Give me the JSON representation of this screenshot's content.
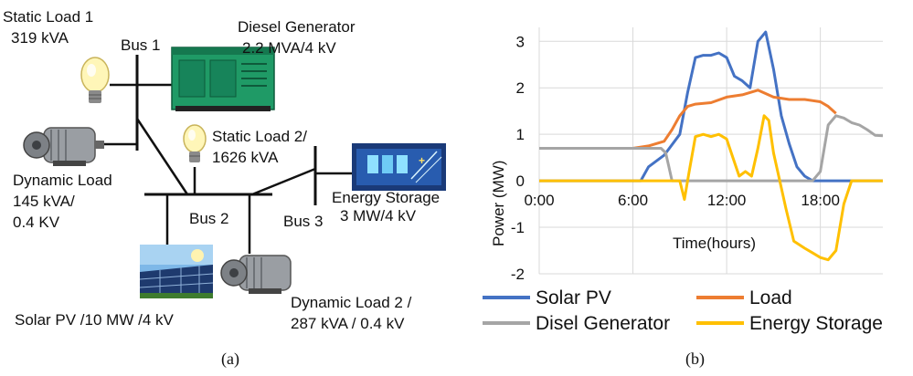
{
  "diagram": {
    "caption": "(a)",
    "buses": {
      "bus1": "Bus 1",
      "bus2": "Bus 2",
      "bus3": "Bus 3"
    },
    "static_load_1": {
      "name": "Static Load 1",
      "rating": "319 kVA"
    },
    "diesel_generator": {
      "name": "Diesel Generator",
      "rating": "2.2 MVA/4 kV"
    },
    "static_load_2": {
      "name": "Static Load 2/",
      "rating": "1626 kVA"
    },
    "dynamic_load": {
      "name": "Dynamic Load",
      "rating1": "145 kVA/",
      "rating2": "0.4 KV"
    },
    "energy_storage": {
      "name": "Energy Storage",
      "rating": "3 MW/4 kV"
    },
    "solar_pv": {
      "name": "Solar PV /10 MW /4 kV"
    },
    "dynamic_load_2": {
      "name": "Dynamic Load 2 /",
      "rating": "287 kVA / 0.4 kV"
    }
  },
  "chart_caption": "(b)",
  "chart_data": {
    "type": "line",
    "xlabel": "Time(hours)",
    "ylabel": "Power (MW)",
    "xlim": [
      0,
      22
    ],
    "ylim": [
      -2,
      3.3
    ],
    "xticks": [
      {
        "v": 0,
        "label": "0:00"
      },
      {
        "v": 6,
        "label": "6:00"
      },
      {
        "v": 12,
        "label": "12:00"
      },
      {
        "v": 18,
        "label": "18:00"
      }
    ],
    "yticks": [
      {
        "v": 3,
        "label": "3"
      },
      {
        "v": 2,
        "label": "2"
      },
      {
        "v": 1,
        "label": "1"
      },
      {
        "v": 0,
        "label": "0"
      },
      {
        "v": -1,
        "label": "-1"
      },
      {
        "v": -2,
        "label": "-2"
      }
    ],
    "grid": true,
    "legend_position": "bottom",
    "series": [
      {
        "name": "Solar PV",
        "color": "#4472C4",
        "x": [
          0,
          6.5,
          7,
          8,
          9,
          9.5,
          10,
          10.5,
          11,
          11.5,
          12,
          12.5,
          13,
          13.5,
          14,
          14.5,
          15,
          15.5,
          16,
          16.5,
          17,
          17.5,
          22
        ],
        "y": [
          0,
          0,
          0.3,
          0.55,
          1.0,
          1.9,
          2.65,
          2.7,
          2.7,
          2.75,
          2.65,
          2.25,
          2.15,
          2.0,
          3.0,
          3.2,
          2.4,
          1.4,
          0.8,
          0.3,
          0.1,
          0,
          0
        ]
      },
      {
        "name": "Load",
        "color": "#ED7D31",
        "x": [
          0,
          6,
          7,
          8,
          8.5,
          9,
          9.5,
          10,
          11,
          12,
          13,
          14,
          15,
          16,
          17,
          18,
          18.5,
          19
        ],
        "y": [
          0.7,
          0.7,
          0.75,
          0.85,
          1.1,
          1.4,
          1.6,
          1.65,
          1.68,
          1.8,
          1.85,
          1.95,
          1.8,
          1.75,
          1.75,
          1.7,
          1.6,
          1.45
        ]
      },
      {
        "name": "Disel Generator",
        "color": "#A5A5A5",
        "x": [
          0,
          7.8,
          8.1,
          8.3,
          8.5,
          9,
          17.5,
          18,
          18.5,
          19,
          19.5,
          20,
          20.5,
          21,
          21.5,
          22
        ],
        "y": [
          0.7,
          0.7,
          0.6,
          0.3,
          0,
          0,
          0,
          0.2,
          1.2,
          1.4,
          1.35,
          1.25,
          1.2,
          1.1,
          0.98,
          0.97
        ]
      },
      {
        "name": "Energy Storage",
        "color": "#FFC000",
        "x": [
          0,
          9,
          9.3,
          9.6,
          10,
          10.5,
          11,
          11.5,
          12,
          12.4,
          12.8,
          13.2,
          13.6,
          14,
          14.4,
          14.7,
          15,
          15.4,
          15.8,
          16.3,
          17,
          17.5,
          18,
          18.5,
          19,
          19.5,
          20,
          22
        ],
        "y": [
          0,
          0,
          -0.4,
          0.2,
          0.95,
          1.0,
          0.95,
          1.0,
          0.9,
          0.5,
          0.1,
          0.2,
          0.1,
          0.7,
          1.4,
          1.3,
          0.6,
          0,
          -0.6,
          -1.3,
          -1.45,
          -1.55,
          -1.65,
          -1.7,
          -1.5,
          -0.5,
          0,
          0
        ]
      }
    ]
  }
}
